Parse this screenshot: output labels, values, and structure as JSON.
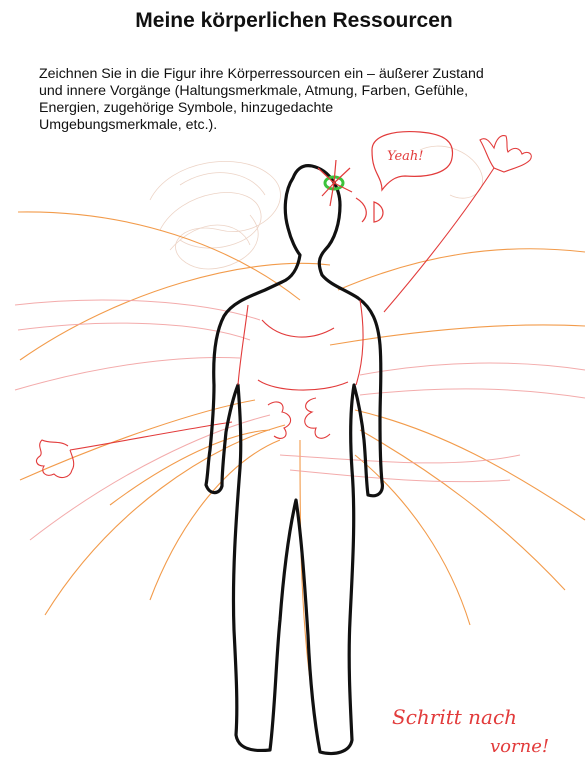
{
  "worksheet": {
    "title": "Meine körperlichen Ressourcen",
    "instructions": [
      "Zeichnen Sie in die Figur ihre Körperressourcen ein – äußerer Zustand",
      "und innere Vorgänge (Haltungsmerkmale, Atmung, Farben, Gefühle,",
      "Energien, zugehörige Symbole, hinzugedachte",
      "Umgebungsmerkmale, etc.)."
    ]
  },
  "annotations": {
    "speech_bubble": "Yeah!",
    "note_line1": "Schritt nach",
    "note_line2": "vorne!"
  },
  "colors": {
    "outline": "#111111",
    "red_pen": "#e23b3b",
    "orange_pen": "#f08a2c",
    "light_red": "#f2a2a2",
    "light_orange": "#f6c79a",
    "green_pen": "#3cc43c"
  }
}
